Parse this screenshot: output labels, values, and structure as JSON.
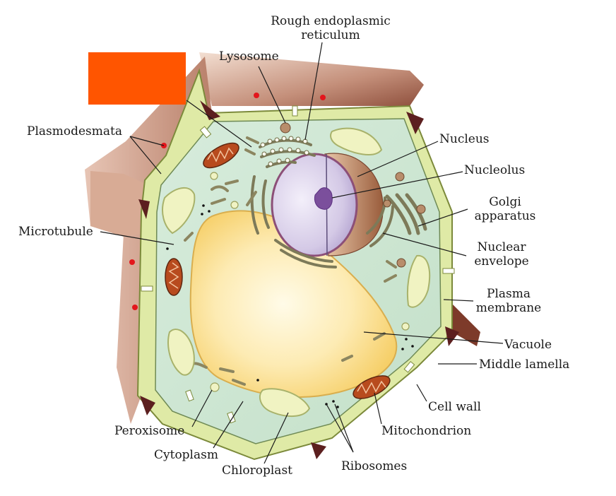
{
  "colors": {
    "redaction_box": "#ff5500",
    "cell_wall": "#dde9a3",
    "middle_lamella": "#5a1b1b",
    "neighbour_cell": "#c9a68f",
    "cytoplasm": "#cfe6d3",
    "vacuole": "#fde8a6",
    "nucleus": "#d8cfe6",
    "nucleolus": "#7e56a0",
    "mitochondrion": "#b94a1d",
    "chloroplast": "#eef2bf",
    "plasmodesmata_dot": "#e3161c"
  },
  "labels": {
    "rough_er": {
      "line1": "Rough endoplasmic",
      "line2": "reticulum"
    },
    "lysosome": "Lysosome",
    "plasmodesmata": "Plasmodesmata",
    "nucleus": "Nucleus",
    "nucleolus": "Nucleolus",
    "golgi": {
      "line1": "Golgi",
      "line2": "apparatus"
    },
    "microtubule": "Microtubule",
    "nuclear_envelope": {
      "line1": "Nuclear",
      "line2": "envelope"
    },
    "plasma_membrane": {
      "line1": "Plasma",
      "line2": "membrane"
    },
    "vacuole": "Vacuole",
    "middle_lamella": "Middle lamella",
    "cell_wall": "Cell wall",
    "mitochondrion": "Mitochondrion",
    "peroxisome": "Peroxisome",
    "cytoplasm": "Cytoplasm",
    "chloroplast": "Chloroplast",
    "ribosomes": "Ribosomes"
  }
}
